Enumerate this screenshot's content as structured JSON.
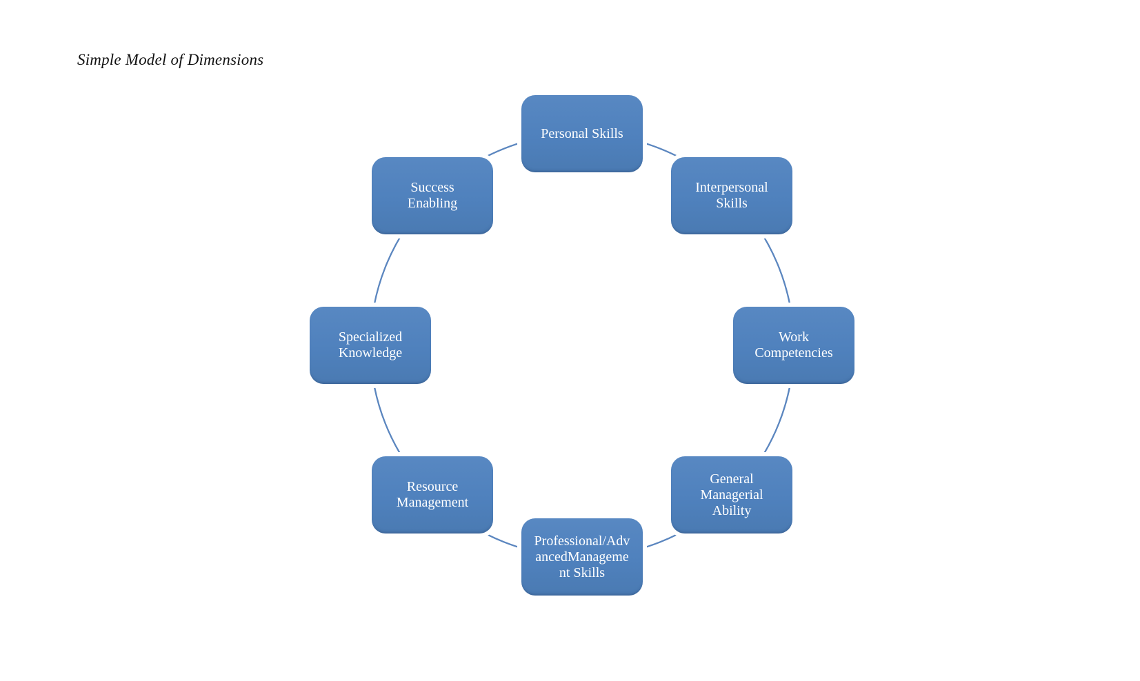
{
  "title": "Simple Model of Dimensions",
  "diagram": {
    "type": "cycle",
    "colors": {
      "node_fill": "#4f81bd",
      "node_text": "#ffffff",
      "connector": "#5b86bf",
      "background": "#ffffff"
    },
    "nodes": [
      {
        "id": "personal-skills",
        "label": "Personal Skills"
      },
      {
        "id": "interpersonal-skills",
        "label": "Interpersonal\nSkills"
      },
      {
        "id": "work-competencies",
        "label": "Work\nCompetencies"
      },
      {
        "id": "general-managerial-ability",
        "label": "General\nManagerial\nAbility"
      },
      {
        "id": "professional-advanced-management-skills",
        "label": "Professional/Adv\nancedManageme\nnt Skills"
      },
      {
        "id": "resource-management",
        "label": "Resource\nManagement"
      },
      {
        "id": "specialized-knowledge",
        "label": "Specialized\nKnowledge"
      },
      {
        "id": "success-enabling",
        "label": "Success\nEnabling"
      }
    ]
  }
}
